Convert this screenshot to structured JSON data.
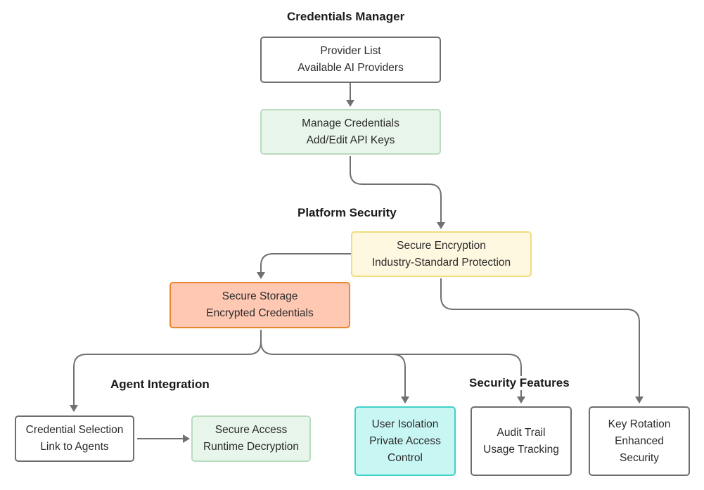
{
  "sections": {
    "credentials_manager": "Credentials Manager",
    "platform_security": "Platform Security",
    "agent_integration": "Agent Integration",
    "security_features": "Security Features"
  },
  "nodes": {
    "provider_list": {
      "line1": "Provider List",
      "line2": "Available AI Providers"
    },
    "manage_credentials": {
      "line1": "Manage Credentials",
      "line2": "Add/Edit API Keys",
      "fill": "#e8f5ea",
      "border": "#b9dcbf"
    },
    "secure_encryption": {
      "line1": "Secure Encryption",
      "line2": "Industry-Standard Protection",
      "fill": "#fff8e0",
      "border": "#f1dc7e"
    },
    "secure_storage": {
      "line1": "Secure Storage",
      "line2": "Encrypted Credentials",
      "fill": "#ffc8b3",
      "border": "#e8892f"
    },
    "credential_selection": {
      "line1": "Credential Selection",
      "line2": "Link to Agents"
    },
    "secure_access": {
      "line1": "Secure Access",
      "line2": "Runtime Decryption",
      "fill": "#e8f5ea",
      "border": "#b9dcbf"
    },
    "user_isolation": {
      "line1": "User Isolation",
      "line2": "Private Access",
      "line3": "Control",
      "fill": "#c8f7f3",
      "border": "#3fd1c8"
    },
    "audit_trail": {
      "line1": "Audit Trail",
      "line2": "Usage Tracking"
    },
    "key_rotation": {
      "line1": "Key Rotation",
      "line2": "Enhanced",
      "line3": "Security"
    }
  },
  "colors": {
    "edge": "#707070",
    "default_border": "#6e6e6e"
  }
}
